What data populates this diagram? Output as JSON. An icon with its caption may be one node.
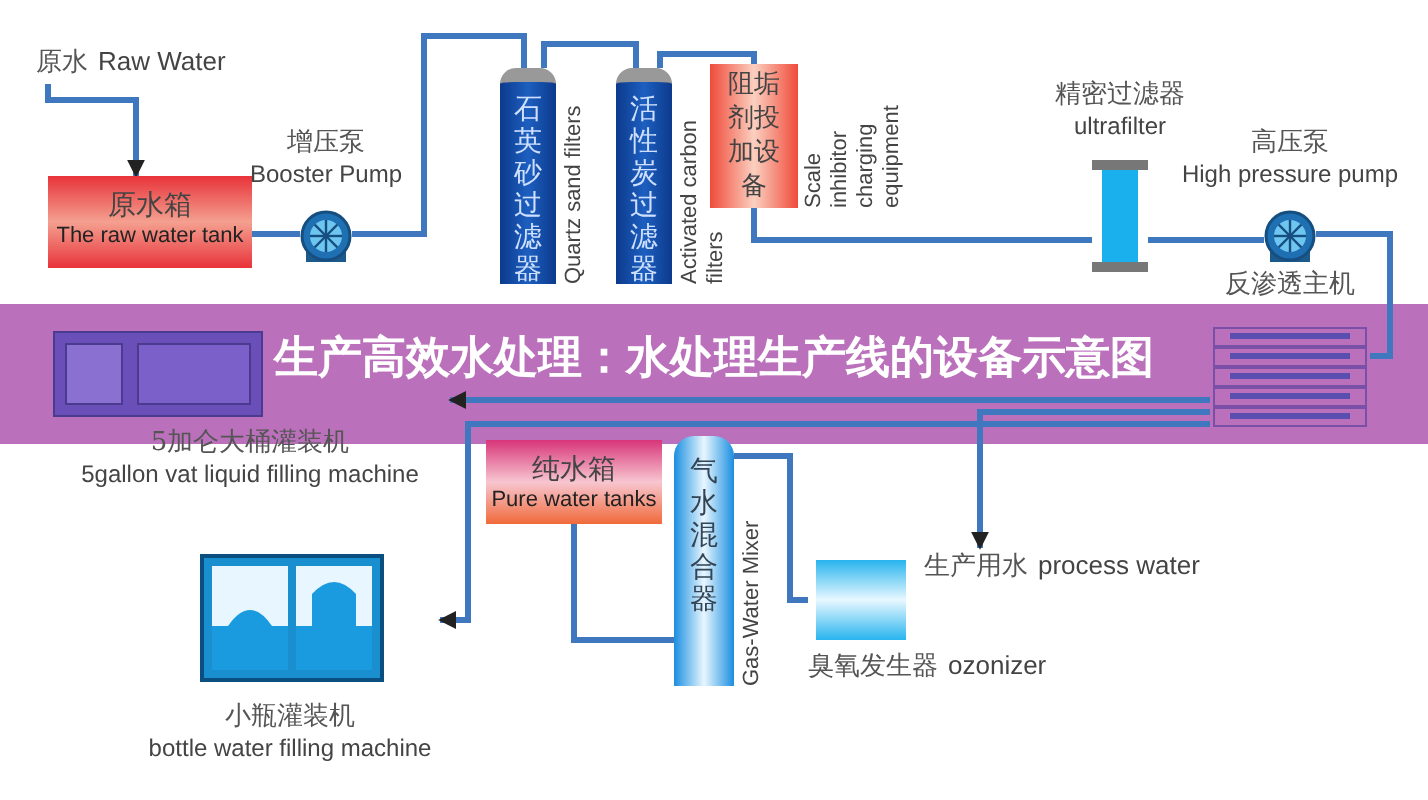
{
  "diagram": {
    "title": "生产高效水处理：水处理生产线的设备示意图",
    "nodes": [
      {
        "text": [
          "原水",
          "Raw Water"
        ]
      },
      {
        "text": [
          "原水箱",
          "The raw water tank"
        ]
      },
      {
        "text": [
          "增压泵",
          "Booster Pump"
        ]
      },
      {
        "text": [
          "石英砂过滤器"
        ],
        "beside": [
          "Quartz sand filters"
        ]
      },
      {
        "text": [
          "活性炭过滤器"
        ],
        "beside": [
          "Activated carbon filters"
        ]
      },
      {
        "text": [
          "阻垢剂投加设备"
        ],
        "beside": [
          "Scale inhibitor charging equipment"
        ]
      },
      {
        "text": [
          "精密过滤器",
          "ultrafilter"
        ]
      },
      {
        "text": [
          "高压泵",
          "High pressure pump"
        ]
      },
      {
        "text": [
          "反渗透主机"
        ]
      },
      {
        "text": [
          "5加仑大桶灌装机",
          "5gallon vat liquid filling machine"
        ]
      },
      {
        "text": [
          "纯水箱",
          "Pure water tanks"
        ]
      },
      {
        "text": [
          "气水混合器"
        ],
        "beside": [
          "Gas-Water Mixer"
        ]
      },
      {
        "text": [
          "臭氧发生器",
          "ozonizer"
        ]
      },
      {
        "text": [
          "生产用水",
          "process water"
        ]
      },
      {
        "text": [
          "小瓶灌装机",
          "bottle water filling machine"
        ]
      }
    ],
    "edges": [
      {
        "from": 0,
        "to": 1,
        "arrow": "to"
      },
      {
        "from": 1,
        "to": 2,
        "arrow": "none"
      },
      {
        "from": 2,
        "to": 3,
        "arrow": "none"
      },
      {
        "from": 3,
        "to": 4,
        "arrow": "none"
      },
      {
        "from": 4,
        "to": 5,
        "arrow": "none"
      },
      {
        "from": 5,
        "to": 6,
        "arrow": "none"
      },
      {
        "from": 6,
        "to": 7,
        "arrow": "none"
      },
      {
        "from": 7,
        "to": 8,
        "arrow": "none"
      },
      {
        "from": 8,
        "to": 9,
        "arrow": "to"
      },
      {
        "from": 8,
        "to": 13,
        "arrow": "to"
      },
      {
        "from": 8,
        "to": 14,
        "arrow": "to"
      },
      {
        "from": 10,
        "to": 11,
        "arrow": "none"
      },
      {
        "from": 12,
        "to": 11,
        "arrow": "none"
      }
    ]
  }
}
